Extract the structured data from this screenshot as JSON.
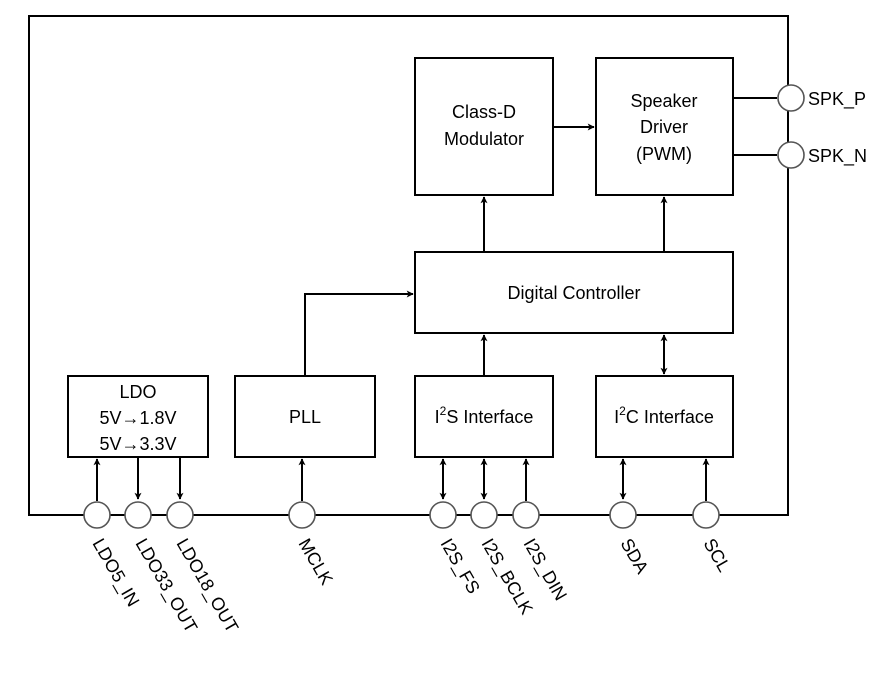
{
  "diagram": {
    "type": "block-diagram",
    "title": "",
    "blocks": [
      {
        "id": "classd",
        "lines": [
          "Class-D",
          "Modulator"
        ]
      },
      {
        "id": "spkdrv",
        "lines": [
          "Speaker",
          "Driver",
          "(PWM)"
        ]
      },
      {
        "id": "digctl",
        "lines": [
          "Digital Controller"
        ]
      },
      {
        "id": "ldo",
        "lines": [
          "LDO",
          "5V→1.8V",
          "5V→3.3V"
        ]
      },
      {
        "id": "pll",
        "lines": [
          "PLL"
        ]
      },
      {
        "id": "i2s",
        "lines": [
          "I",
          "2",
          "S Interface"
        ]
      },
      {
        "id": "i2c",
        "lines": [
          "I",
          "2",
          "C Interface"
        ]
      }
    ],
    "pins_right": [
      {
        "name": "SPK_P",
        "connects": "spkdrv",
        "direction": "none"
      },
      {
        "name": "SPK_N",
        "connects": "spkdrv",
        "direction": "none"
      }
    ],
    "pins_bottom": [
      {
        "name": "LDO5_IN",
        "connects": "ldo",
        "direction": "in"
      },
      {
        "name": "LDO33_OUT",
        "connects": "ldo",
        "direction": "out"
      },
      {
        "name": "LDO18_OUT",
        "connects": "ldo",
        "direction": "out"
      },
      {
        "name": "MCLK",
        "connects": "pll",
        "direction": "in"
      },
      {
        "name": "I2S_FS",
        "connects": "i2s",
        "direction": "bidirectional"
      },
      {
        "name": "I2S_BCLK",
        "connects": "i2s",
        "direction": "bidirectional"
      },
      {
        "name": "I2S_DIN",
        "connects": "i2s",
        "direction": "in"
      },
      {
        "name": "SDA",
        "connects": "i2c",
        "direction": "bidirectional"
      },
      {
        "name": "SCL",
        "connects": "i2c",
        "direction": "in"
      }
    ],
    "connections": [
      {
        "from": "classd",
        "to": "spkdrv",
        "type": "arrow"
      },
      {
        "from": "digctl",
        "to": "classd",
        "type": "arrow"
      },
      {
        "from": "digctl",
        "to": "spkdrv",
        "type": "arrow"
      },
      {
        "from": "pll",
        "to": "digctl",
        "type": "arrow"
      },
      {
        "from": "i2s",
        "to": "digctl",
        "type": "arrow"
      },
      {
        "from": "i2c",
        "to": "digctl",
        "type": "bidirectional"
      }
    ]
  }
}
